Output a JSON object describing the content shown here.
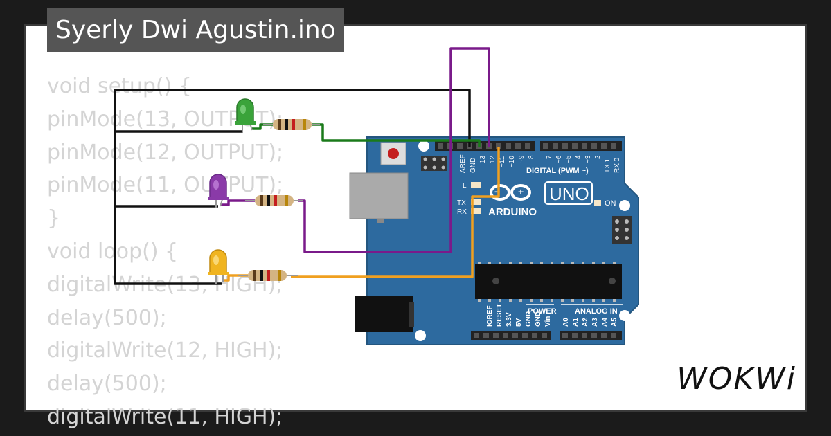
{
  "title": "Syerly Dwi Agustin.ino",
  "code_lines": [
    "void setup() {",
    "pinMode(13, OUTPUT);",
    "pinMode(12, OUTPUT);",
    "pinMode(11, OUTPUT);",
    "}",
    "void loop() {",
    "digitalWrite(13, HIGH);",
    "delay(500);",
    "digitalWrite(12, HIGH);",
    "delay(500);",
    "digitalWrite(11, HIGH);"
  ],
  "brand": "WOKWi",
  "board": {
    "name": "UNO",
    "maker": "ARDUINO",
    "digital_label": "DIGITAL (PWM ~)",
    "power_label": "POWER",
    "analog_label": "ANALOG IN",
    "on_label": "ON",
    "led_l": "L",
    "led_tx": "TX",
    "led_rx": "RX",
    "top_pins": [
      "AREF",
      "GND",
      "13",
      "12",
      "~11",
      "~10",
      "~9",
      "8",
      "7",
      "~6",
      "~5",
      "4",
      "~3",
      "2",
      "TX 1",
      "RX 0"
    ],
    "bottom_pins": [
      "IOREF",
      "RESET",
      "3.3V",
      "5V",
      "GND",
      "GND",
      "Vin",
      "A0",
      "A1",
      "A2",
      "A3",
      "A4",
      "A5"
    ]
  },
  "leds": [
    {
      "color": "green",
      "hex": "#3aa33a"
    },
    {
      "color": "purple",
      "hex": "#8a3aa8"
    },
    {
      "color": "yellow",
      "hex": "#f0b420"
    }
  ],
  "wire_colors": {
    "gnd": "#111111",
    "green": "#1a7a1a",
    "purple": "#7a1a8a",
    "orange": "#f0a020"
  },
  "board_color": "#2d6a9f"
}
